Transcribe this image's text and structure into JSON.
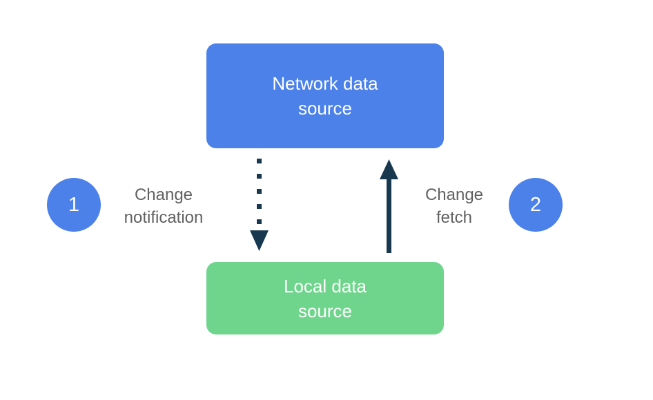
{
  "diagram": {
    "colors": {
      "background": "#ffffff",
      "primary_blue": "#4b81e8",
      "green": "#6fd58c",
      "arrow_dark": "#183850",
      "label_gray": "#616161",
      "box_text": "#ffffff"
    },
    "nodes": {
      "network": {
        "label": "Network data\nsource"
      },
      "local": {
        "label": "Local data\nsource"
      }
    },
    "steps": {
      "one": {
        "badge": "1",
        "label": "Change\nnotification"
      },
      "two": {
        "badge": "2",
        "label": "Change\nfetch"
      }
    },
    "arrows": {
      "change_notification": {
        "style": "dotted",
        "direction": "down",
        "from": "network",
        "to": "local"
      },
      "change_fetch": {
        "style": "solid",
        "direction": "up",
        "from": "local",
        "to": "network"
      }
    }
  }
}
